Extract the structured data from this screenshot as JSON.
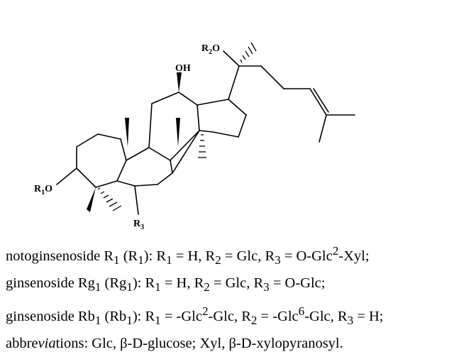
{
  "structure": {
    "labels": {
      "oh": "OH",
      "r1": {
        "sym": "R",
        "sub": "1",
        "atom": "O"
      },
      "r2": {
        "sym": "R",
        "sub": "2",
        "atom": "O"
      },
      "r3": {
        "sym": "R",
        "sub": "3"
      }
    }
  },
  "caption": {
    "lines": [
      {
        "name": "notoginsenoside R",
        "name_sub": "1",
        "abbr": "R",
        "abbr_sub": "1",
        "r1_value": "H",
        "r2_value": "Glc",
        "r3_value": "O-Glc",
        "r3_sup": "2",
        "r3_tail": "-Xyl;"
      },
      {
        "name": "ginsenoside Rg",
        "name_sub": "1",
        "abbr": "Rg",
        "abbr_sub": "1",
        "r1_value": "H",
        "r2_value": "Glc",
        "r3_value": "O-Glc;"
      },
      {
        "name": "ginsenoside Rb",
        "name_sub": "1",
        "abbr": "Rb",
        "abbr_sub": "1",
        "r1_value": "-Glc",
        "r1_sup": "2",
        "r1_tail": "-Glc",
        "r2_value": "-Glc",
        "r2_sup": "6",
        "r2_tail": "-Glc",
        "r3_value": "H;"
      }
    ],
    "abbreviations": {
      "pre": "abbre",
      "italic": "via",
      "post": "tions: Glc, β-D-glucose; Xyl, β-D-xylopyranosyl."
    }
  }
}
